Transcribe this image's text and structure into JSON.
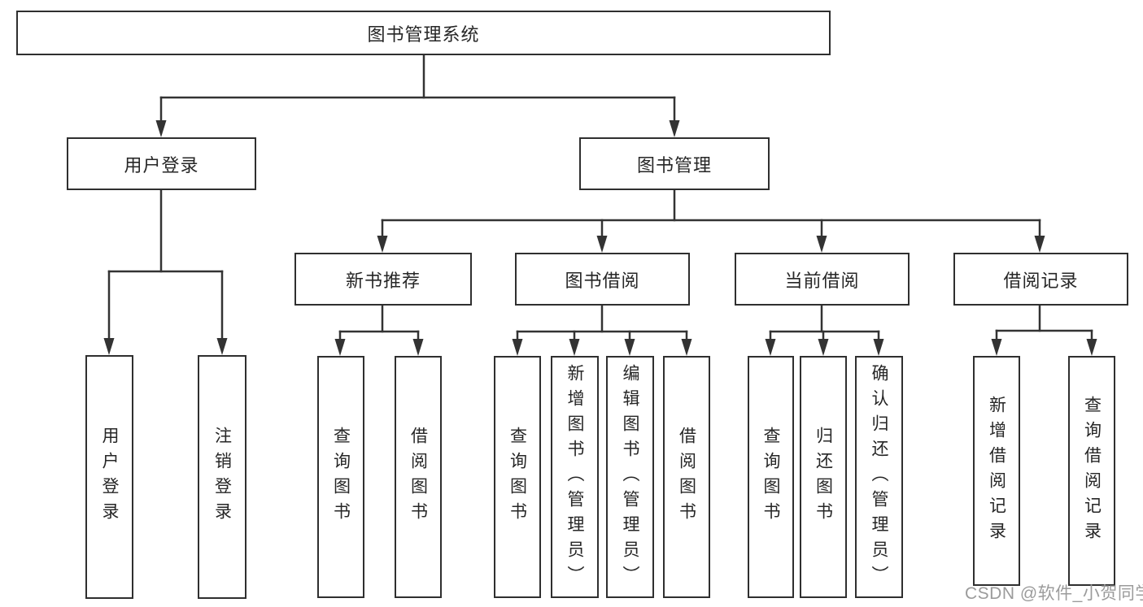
{
  "diagram": {
    "root": {
      "label": "图书管理系统"
    },
    "nodes": {
      "user_login": {
        "label": "用户登录",
        "children": {
          "login": "用户登录",
          "logout": "注销登录"
        }
      },
      "book_management": {
        "label": "图书管理",
        "children": {
          "new_book_recommend": {
            "label": "新书推荐",
            "children": {
              "query_books": "查询图书",
              "borrow_books": "借阅图书"
            }
          },
          "book_borrow": {
            "label": "图书借阅",
            "children": {
              "query_books": "查询图书",
              "add_books": "新增图书（管理员）",
              "edit_books": "编辑图书（管理员）",
              "borrow_books": "借阅图书"
            }
          },
          "current_borrow": {
            "label": "当前借阅",
            "children": {
              "query_books": "查询图书",
              "return_books": "归还图书",
              "confirm_return": "确认归还（管理员）"
            }
          },
          "borrow_records": {
            "label": "借阅记录",
            "children": {
              "add_record": "新增借阅记录",
              "query_record": "查询借阅记录"
            }
          }
        }
      }
    },
    "watermark": "CSDN @软件_小贺同学",
    "colors": {
      "line": "#333333",
      "text": "#262626",
      "background": "#ffffff",
      "watermark": "#9b9b9b"
    }
  }
}
